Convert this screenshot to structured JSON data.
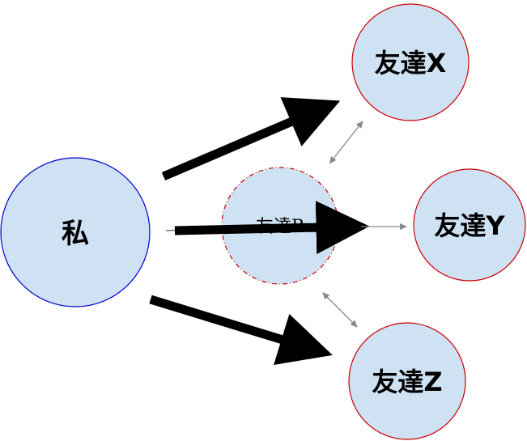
{
  "nodes": {
    "me": {
      "label": "私"
    },
    "friend_b": {
      "label": "友達B"
    },
    "friend_x": {
      "label": "友達X"
    },
    "friend_y": {
      "label": "友達Y"
    },
    "friend_z": {
      "label": "友達Z"
    }
  },
  "colors": {
    "node_fill": "#cfe2f3",
    "me_stroke": "#0000cc",
    "friend_stroke": "#cc0000",
    "big_arrow": "#000000",
    "small_arrow": "#888888",
    "background": "#ffffff"
  }
}
